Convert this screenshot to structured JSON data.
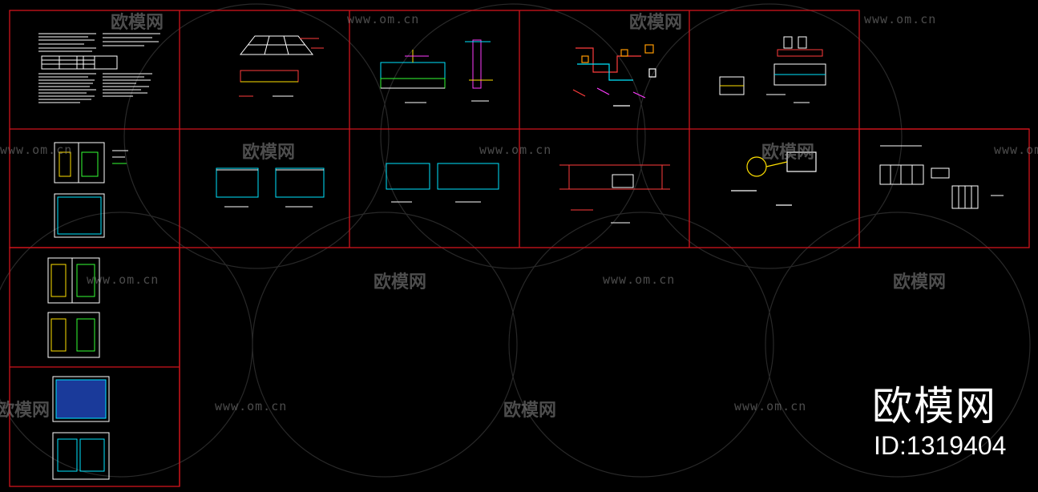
{
  "watermark": {
    "url": "www.om.cn",
    "brand_cn": "欧模网"
  },
  "brand": {
    "name": "欧模网",
    "id_label": "ID:1319404"
  },
  "colors": {
    "background": "#000000",
    "frame": "#d0141c",
    "cyan": "#00e5ff",
    "yellow": "#ffe000",
    "magenta": "#ff3cff",
    "green": "#33ff33",
    "white": "#ffffff"
  }
}
